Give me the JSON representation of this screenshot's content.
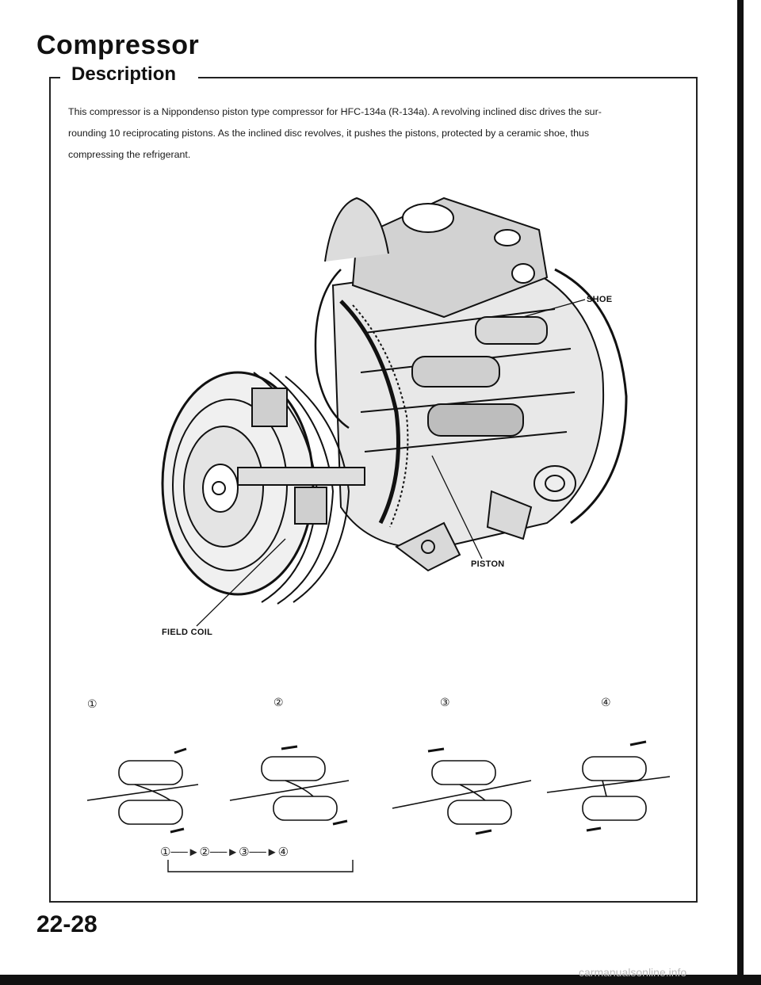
{
  "page": {
    "title": "Compressor",
    "section": "Description",
    "description_lines": [
      "This compressor is a Nippondenso piston type compressor for HFC-134a (R-134a). A revolving inclined disc drives the sur-",
      "rounding 10 reciprocating pistons. As the inclined disc revolves, it pushes the pistons, protected by a ceramic shoe, thus",
      "compressing the refrigerant."
    ],
    "labels": {
      "shoe": "SHOE",
      "piston": "PISTON",
      "field_coil": "FIELD COIL"
    },
    "steps": [
      "①",
      "②",
      "③",
      "④"
    ],
    "sequence": "①──►②──►③──►④",
    "page_number": "22-28",
    "watermark": "carmanualsonline.info"
  }
}
